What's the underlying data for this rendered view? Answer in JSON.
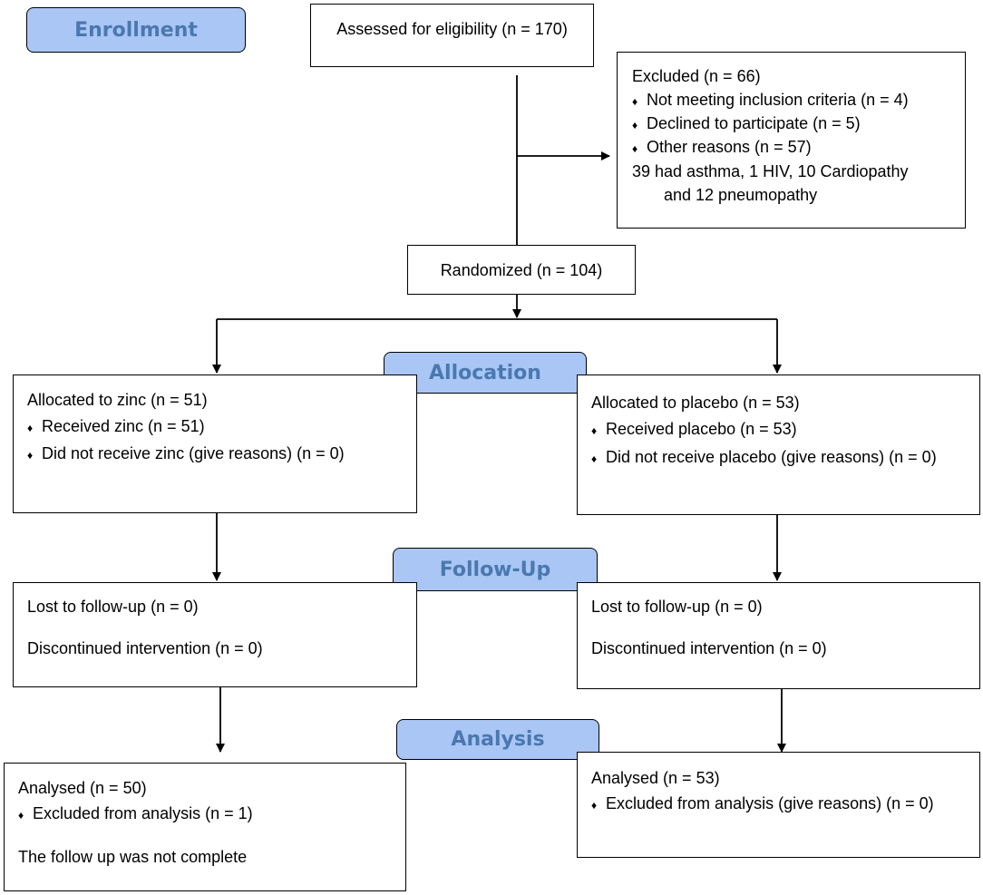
{
  "stages": {
    "enrollment": "Enrollment",
    "allocation": "Allocation",
    "follow_up": "Follow-Up",
    "analysis": "Analysis"
  },
  "bullet": "♦",
  "assessed": {
    "text": "Assessed for eligibility (n = 170)"
  },
  "excluded": {
    "title": "Excluded  (n = 66)",
    "items": [
      "Not meeting inclusion criteria (n = 4)",
      "Declined to participate (n = 5)",
      "Other reasons (n = 57)"
    ],
    "note_line1": "39 had asthma, 1 HIV, 10 Cardiopathy",
    "note_line2": "and 12 pneumopathy"
  },
  "randomized": {
    "text": "Randomized (n = 104)"
  },
  "zinc": {
    "allocation_title": "Allocated to zinc (n = 51)",
    "allocation_items": [
      "Received zinc (n = 51)",
      "Did not receive zinc (give reasons) (n = 0)"
    ],
    "lost": "Lost to follow-up (n = 0)",
    "discontinued": "Discontinued intervention (n = 0)",
    "analysed": "Analysed (n = 50)",
    "excluded_analysis": "Excluded from analysis (n = 1)",
    "note": "The follow up was not complete"
  },
  "placebo": {
    "allocation_title": "Allocated to placebo (n = 53)",
    "allocation_items": [
      "Received placebo (n = 53)",
      "Did not receive placebo (give reasons) (n = 0)"
    ],
    "lost": "Lost to follow-up (n = 0)",
    "discontinued": "Discontinued intervention (n = 0)",
    "analysed": "Analysed (n = 53)",
    "excluded_analysis": "Excluded from analysis (give reasons) (n = 0)"
  }
}
